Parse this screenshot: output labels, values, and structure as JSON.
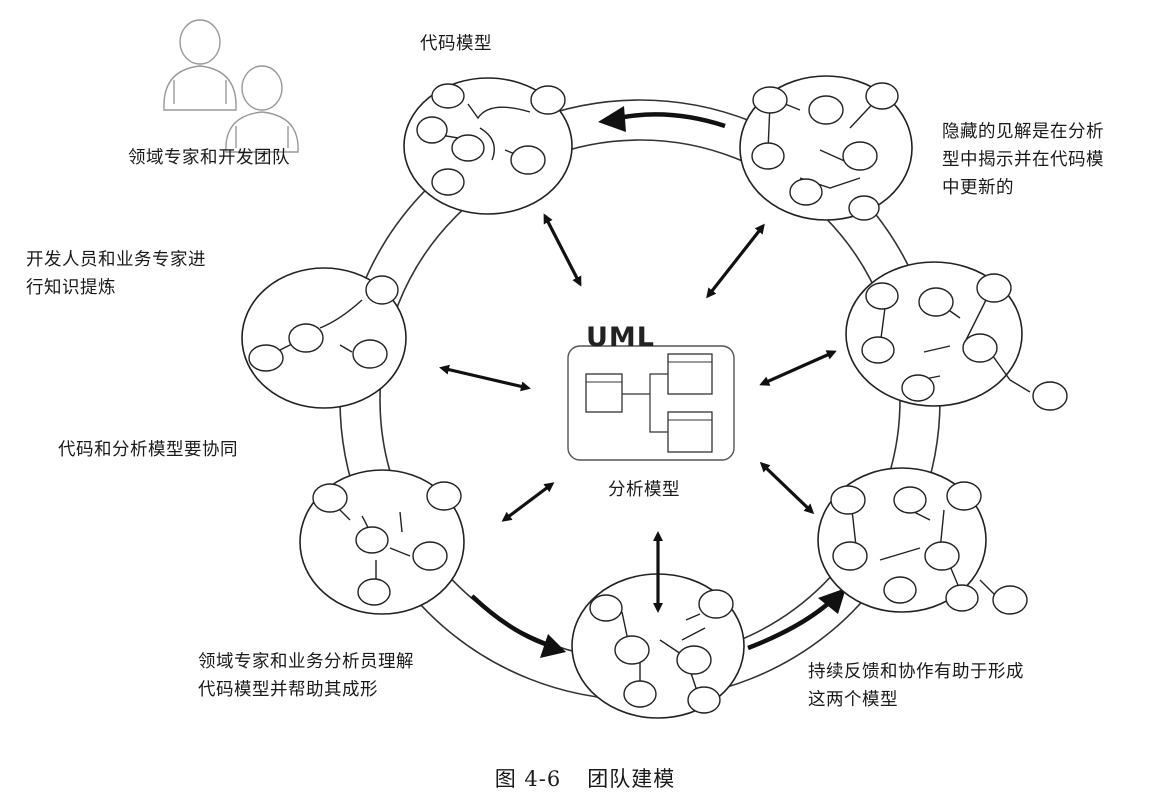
{
  "labels": {
    "code_model": "代码模型",
    "domain_experts_team": "领域专家和开发团队",
    "hidden_insights": [
      "隐藏的见解是在分析",
      "型中揭示并在代码模",
      "中更新的"
    ],
    "knowledge_crunching": [
      "开发人员和业务专家进",
      "行知识提炼"
    ],
    "code_analysis_sync": "代码和分析模型要协同",
    "domain_analysts_understand": [
      "领域专家和业务分析员理解",
      "代码模型并帮助其成形"
    ],
    "continuous_feedback": [
      "持续反馈和协作有助于形成",
      "这两个模型"
    ],
    "analysis_model": "分析模型",
    "uml": "UML"
  },
  "caption": {
    "figure_number": "图 4-6",
    "title": "团队建模"
  },
  "colors": {
    "ink": "#1a1a1a",
    "line": "#222222",
    "fill": "#ffffff",
    "uml_box_border": "#555555"
  }
}
